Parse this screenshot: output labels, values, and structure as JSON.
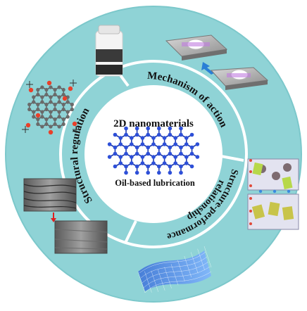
{
  "center": {
    "title": "2D nanomaterials",
    "subtitle": "Oil-based lubrication"
  },
  "sectors": {
    "mechanism": "Mechanism of action",
    "structural": "Structural regulation",
    "relationship_line1": "Structure-performance",
    "relationship_line2": "relationship"
  },
  "colors": {
    "outer_ring": "#8fd3d6",
    "outer_ring_edge": "#7cc8cb",
    "inner_circle": "#ffffff",
    "divider": "#ffffff",
    "lattice": "#2d4fd8",
    "lattice_bond": "#1e3aa8"
  }
}
